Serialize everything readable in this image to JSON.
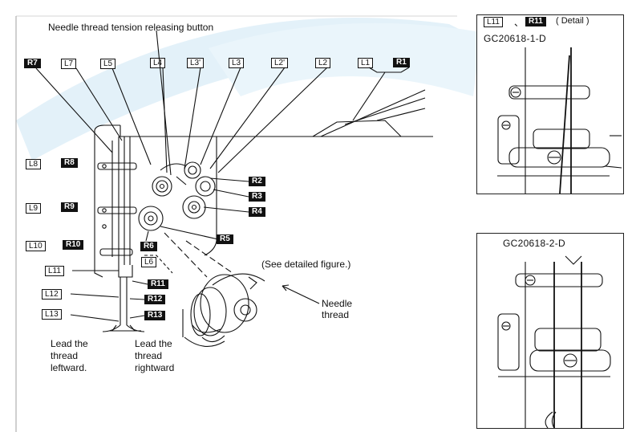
{
  "main": {
    "title": "Needle thread tension releasing button",
    "top_labels": [
      "R7",
      "L7",
      "L5",
      "L4",
      "L3'",
      "L3",
      "L2'",
      "L2",
      "L1",
      "R1"
    ],
    "left_labels": [
      {
        "white": "L8",
        "black": "R8"
      },
      {
        "white": "L9",
        "black": "R9"
      },
      {
        "white": "L10",
        "black": "R10"
      }
    ],
    "lower_left_labels": [
      "L11",
      "L12",
      "L13"
    ],
    "right_black_labels": [
      "R2",
      "R3",
      "R4",
      "R5",
      "R6"
    ],
    "bottom_labels": {
      "l6": "L6",
      "r11": "R11",
      "r12": "R12",
      "r13": "R13"
    },
    "see_detail": "(See detailed figure.)",
    "needle_thread_line1": "Needle",
    "needle_thread_line2": "thread",
    "lead_left": [
      "Lead the",
      "thread",
      "leftward."
    ],
    "lead_right": [
      "Lead the",
      "thread",
      "rightward"
    ]
  },
  "detail1": {
    "label_white": "L11",
    "separator": "、",
    "label_black": "R11",
    "detail_text": "( Detail  )",
    "code": "GC20618-1-D"
  },
  "detail2": {
    "code": "GC20618-2-D"
  },
  "colors": {
    "line": "#111111",
    "watermark": "#dfeff8"
  }
}
